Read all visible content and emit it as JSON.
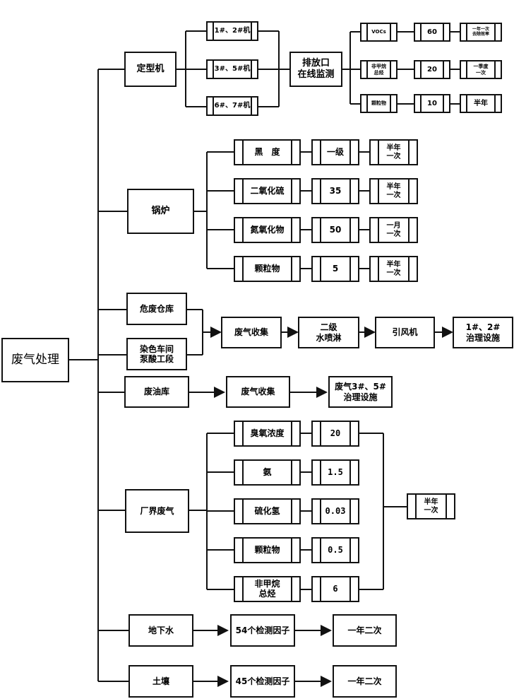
{
  "root": {
    "label": "废气处理"
  },
  "branches": {
    "setting_machine": {
      "label": "定型机",
      "machines": [
        "1#、2#机",
        "3#、5#机",
        "6#、7#机"
      ],
      "monitor": "排放口\n在线监测",
      "rows": [
        {
          "pollutant": "VOCs",
          "limit": "60",
          "frequency": "一年一次\n去除效率"
        },
        {
          "pollutant": "非甲烷\n总烃",
          "limit": "20",
          "frequency": "一季度\n一次"
        },
        {
          "pollutant": "颗粒物",
          "limit": "10",
          "frequency": "半年"
        }
      ]
    },
    "boiler": {
      "label": "锅炉",
      "rows": [
        {
          "pollutant": "黑　度",
          "limit": "一级",
          "frequency": "半年\n一次"
        },
        {
          "pollutant": "二氧化硫",
          "limit": "35",
          "frequency": "半年\n一次"
        },
        {
          "pollutant": "氮氧化物",
          "limit": "50",
          "frequency": "一月\n一次"
        },
        {
          "pollutant": "颗粒物",
          "limit": "5",
          "frequency": "半年\n一次"
        }
      ]
    },
    "hazardous": {
      "sources": [
        "危废仓库",
        "染色车间\n泵酸工段"
      ],
      "steps": [
        "废气收集",
        "二级\n水喷淋",
        "引风机",
        "1#、2#\n治理设施"
      ]
    },
    "oil_store": {
      "label": "废油库",
      "steps": [
        "废气收集",
        "废气3#、5#\n治理设施"
      ]
    },
    "boundary": {
      "label": "厂界废气",
      "rows": [
        {
          "pollutant": "臭氧浓度",
          "limit": "20"
        },
        {
          "pollutant": "氨",
          "limit": "1.5"
        },
        {
          "pollutant": "硫化氢",
          "limit": "0.03"
        },
        {
          "pollutant": "颗粒物",
          "limit": "0.5"
        },
        {
          "pollutant": "非甲烷\n总烃",
          "limit": "6"
        }
      ],
      "frequency": "半年\n一次"
    },
    "groundwater": {
      "label": "地下水",
      "factors": "54个检测因子",
      "frequency": "一年二次"
    },
    "soil": {
      "label": "土壤",
      "factors": "45个检测因子",
      "frequency": "一年二次"
    }
  }
}
